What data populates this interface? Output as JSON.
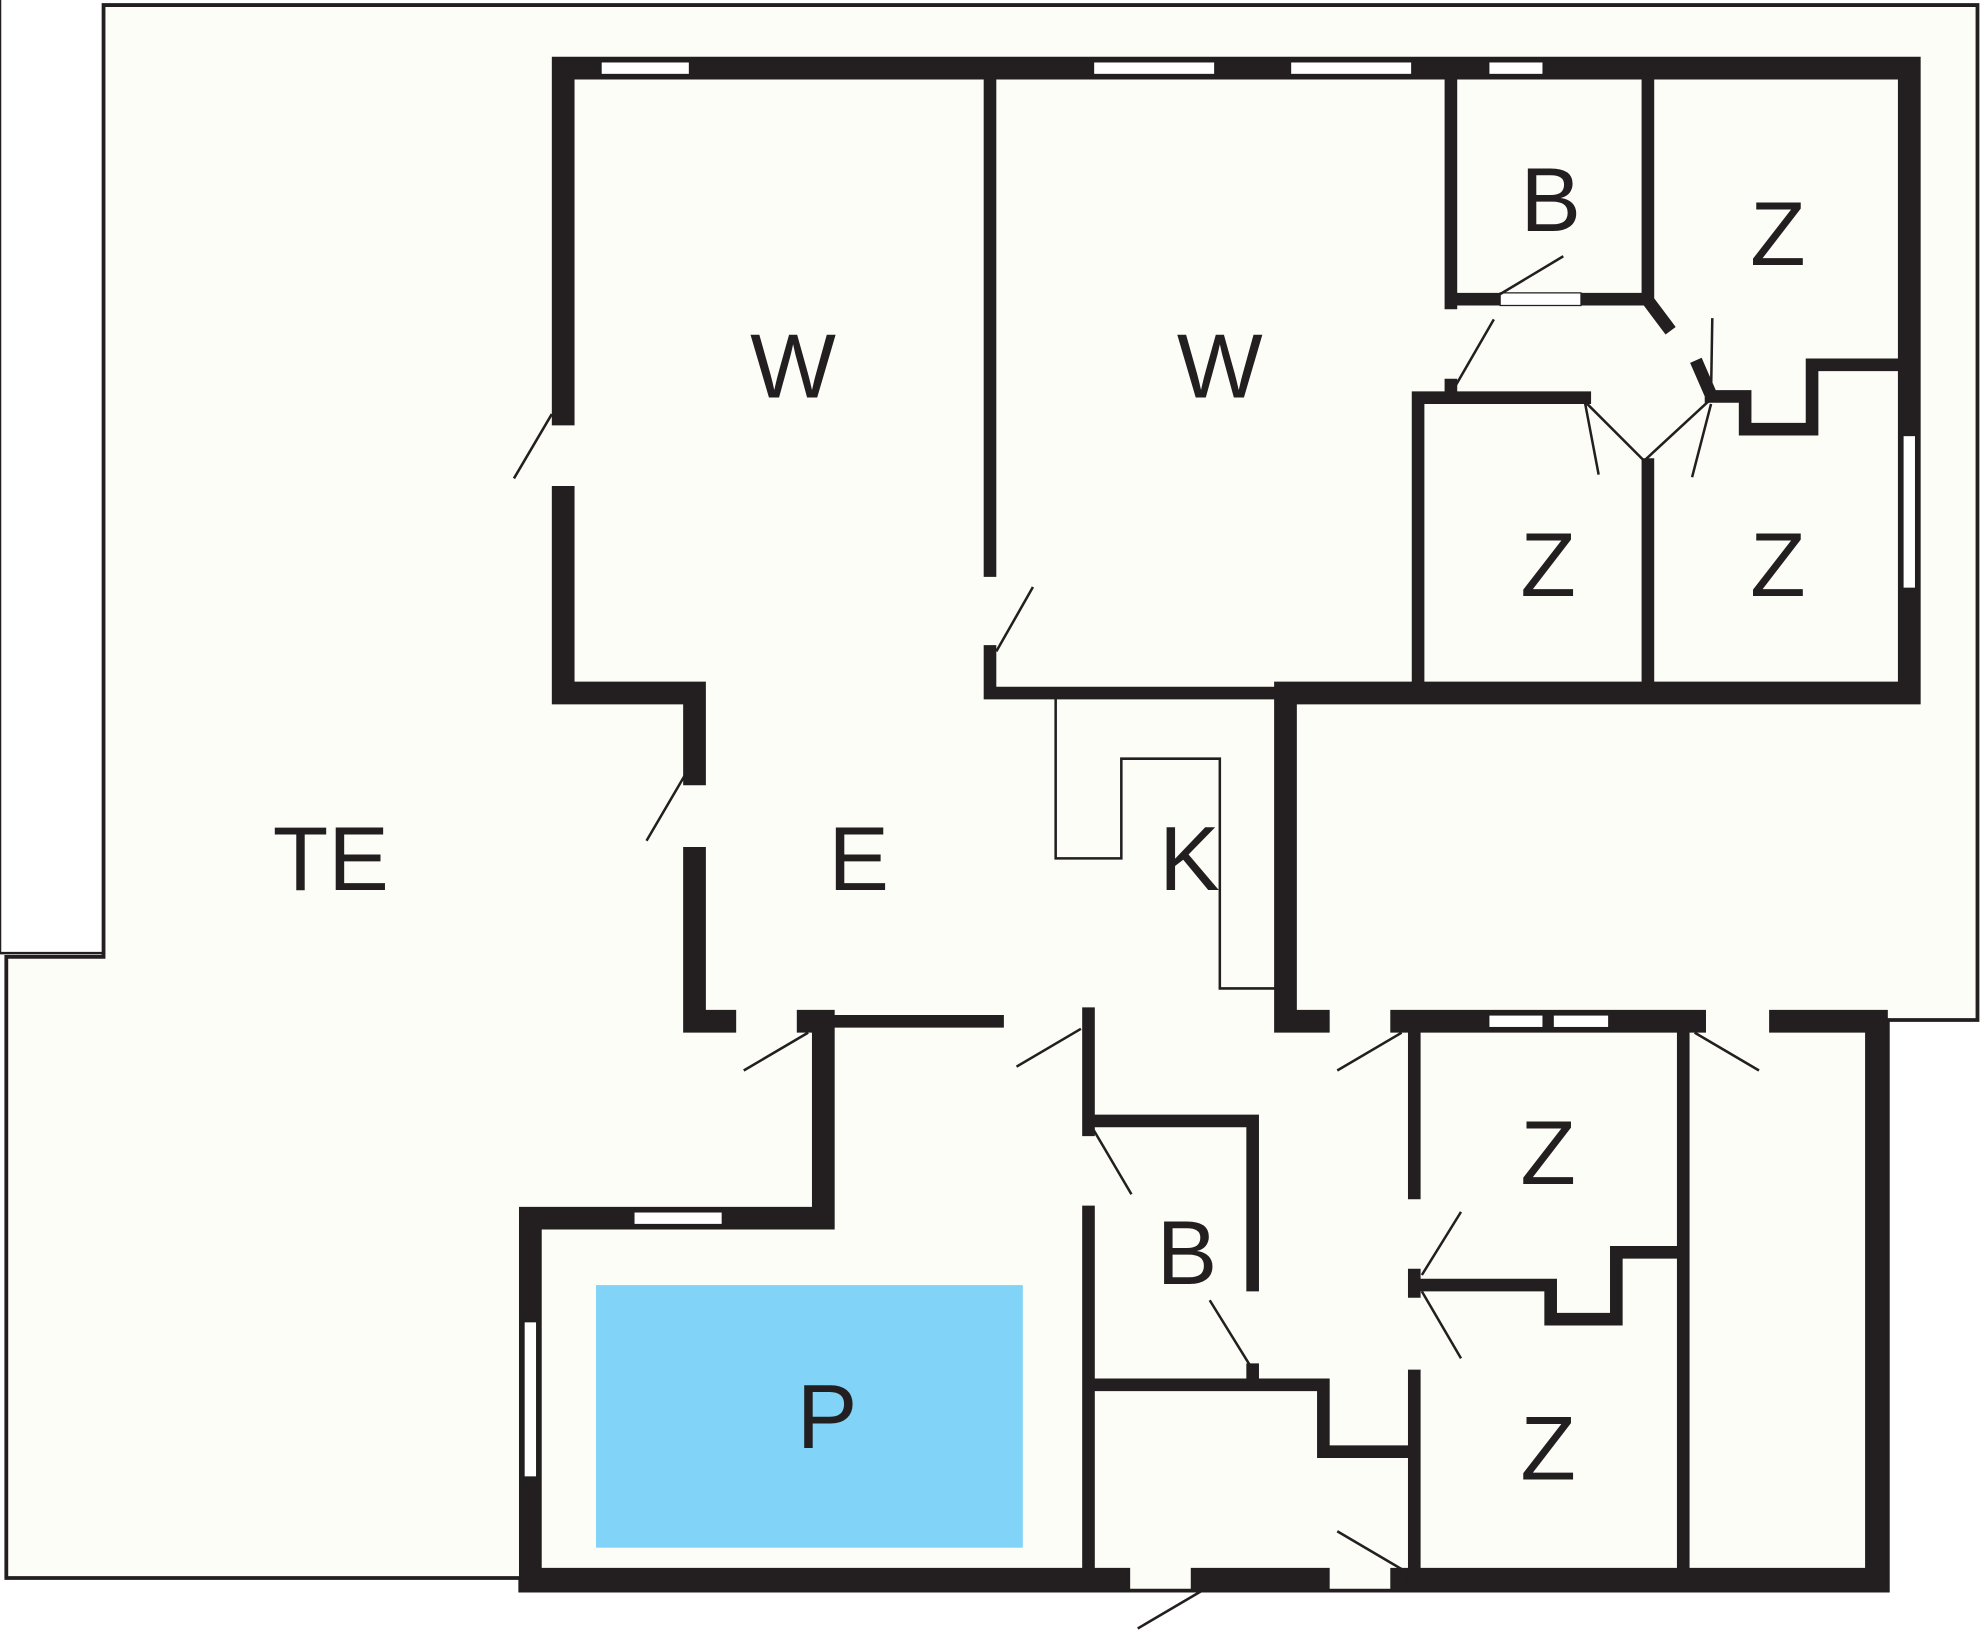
{
  "colors": {
    "wall": "#231f20",
    "floor": "#fdfdf8",
    "pool": "#81d4f7"
  },
  "rooms": {
    "living_1": "W",
    "living_2": "W",
    "bath_top": "B",
    "bed_top_right": "Z",
    "bed_mid_left": "Z",
    "bed_mid_right": "Z",
    "terrace": "TE",
    "entrance": "E",
    "kitchen": "K",
    "bed_bottom_1": "Z",
    "bed_bottom_2": "Z",
    "bath_bottom": "B",
    "pool": "P"
  }
}
